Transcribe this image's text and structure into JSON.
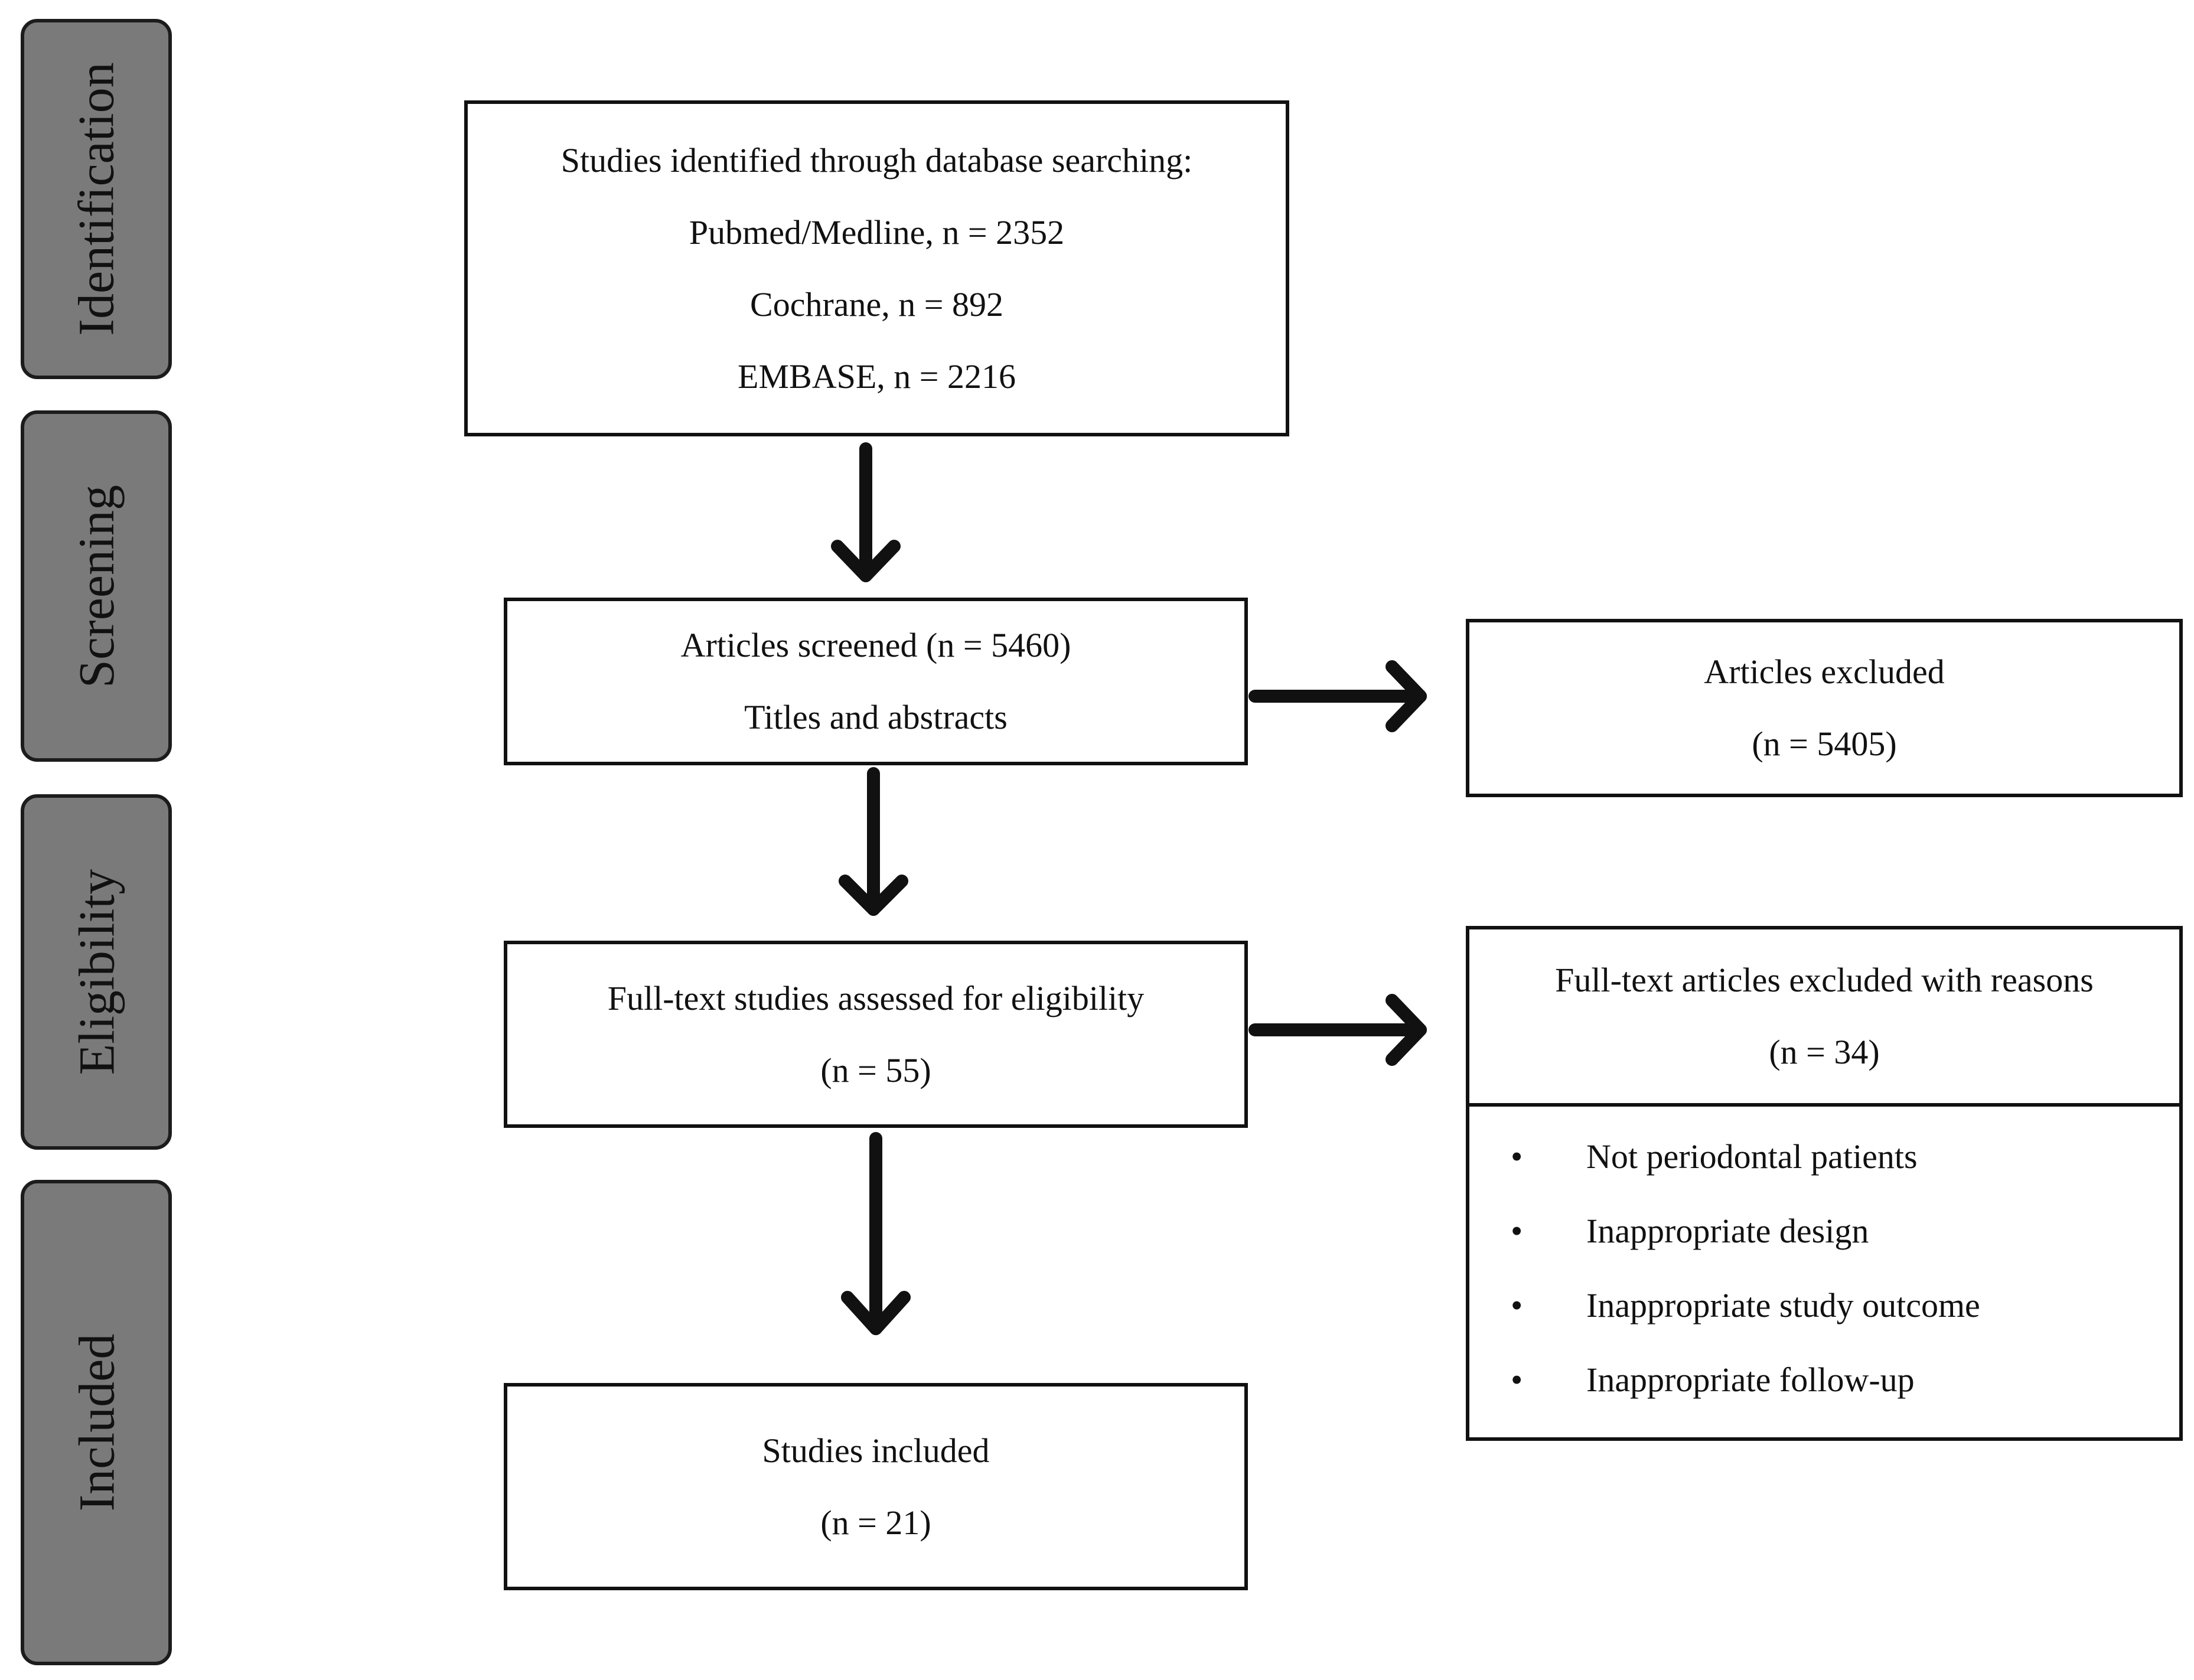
{
  "stages": {
    "identification": "Identification",
    "screening": "Screening",
    "eligibility": "Eligibility",
    "included": "Included"
  },
  "identification_box": {
    "heading": "Studies identified through database searching:",
    "sources": [
      "Pubmed/Medline, n = 2352",
      "Cochrane, n = 892",
      "EMBASE, n = 2216"
    ]
  },
  "screening_box": {
    "line1": "Articles screened (n = 5460)",
    "line2": "Titles and abstracts"
  },
  "excluded_box": {
    "line1": "Articles excluded",
    "line2": "(n = 5405)"
  },
  "eligibility_box": {
    "line1": "Full-text studies assessed for eligibility",
    "line2": "(n = 55)"
  },
  "fulltext_excluded_box": {
    "line1": "Full-text articles excluded with reasons",
    "line2": "(n = 34)",
    "bullet": "•",
    "reasons": [
      "Not periodontal patients",
      "Inappropriate design",
      "Inappropriate study outcome",
      "Inappropriate follow-up"
    ]
  },
  "included_box": {
    "line1": "Studies included",
    "line2": "(n = 21)"
  }
}
